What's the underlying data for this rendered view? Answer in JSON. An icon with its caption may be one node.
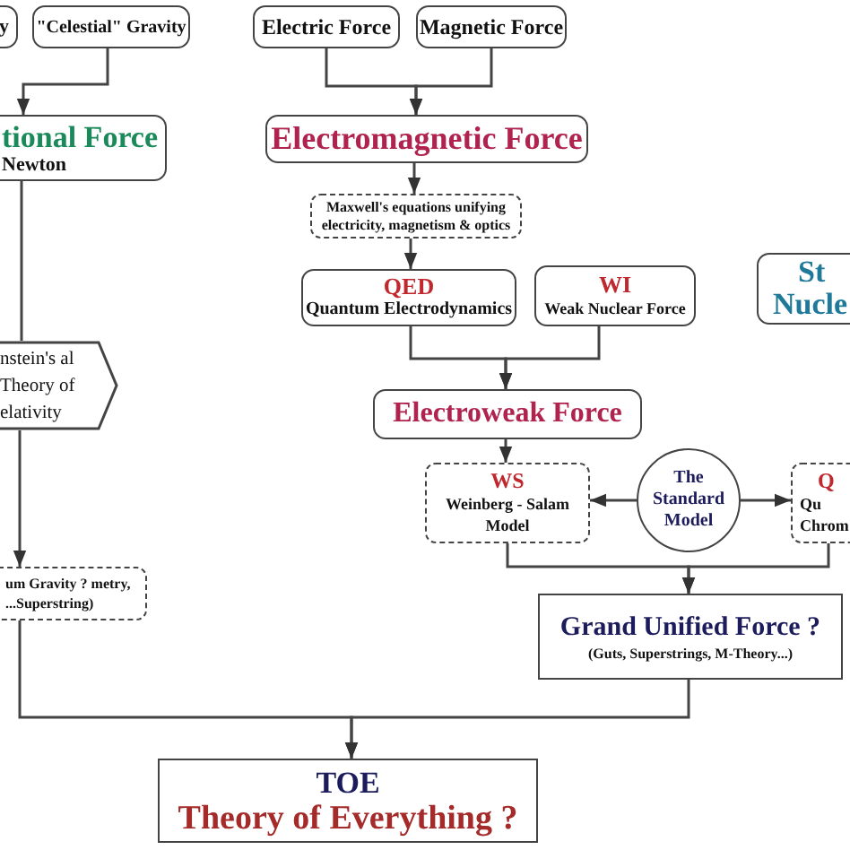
{
  "diagram": {
    "nodes": [
      {
        "text": [
          "y"
        ]
      },
      {
        "text": [
          "\"Celestial\" Gravity"
        ]
      },
      {
        "text": [
          "Electric Force"
        ]
      },
      {
        "text": [
          "Magnetic Force"
        ]
      },
      {
        "text": [
          "tional Force",
          "Newton"
        ]
      },
      {
        "text": [
          "Electromagnetic Force"
        ]
      },
      {
        "text": [
          "Maxwell's equations unifying electricity, magnetism & optics"
        ]
      },
      {
        "text": [
          "QED",
          "Quantum Electrodynamics"
        ]
      },
      {
        "text": [
          "WI",
          "Weak Nuclear Force"
        ]
      },
      {
        "text": [
          "St",
          "Nucle"
        ]
      },
      {
        "text": [
          "nstein's al Theory of elativity"
        ]
      },
      {
        "text": [
          "Electroweak Force"
        ]
      },
      {
        "text": [
          "WS",
          "Weinberg - Salam Model"
        ]
      },
      {
        "text": [
          "The Standard Model"
        ]
      },
      {
        "text": [
          "Q",
          "Qu Chrom"
        ]
      },
      {
        "text": [
          "um Gravity ? metry, ...Superstring)"
        ]
      },
      {
        "text": [
          "Grand Unified Force ?",
          "(Guts, Superstrings, M-Theory...)"
        ]
      },
      {
        "text": [
          "TOE",
          "Theory of Everything ?"
        ]
      }
    ],
    "edges": [
      {
        "from": 1,
        "to": 4,
        "arrow": "to"
      },
      {
        "from": 4,
        "to": 10,
        "arrow": "none"
      },
      {
        "from": 10,
        "to": 15,
        "arrow": "to"
      },
      {
        "from": 2,
        "to": 5,
        "arrow": "to"
      },
      {
        "from": 3,
        "to": 5,
        "arrow": "to"
      },
      {
        "from": 5,
        "to": 6,
        "arrow": "to"
      },
      {
        "from": 6,
        "to": 7,
        "arrow": "to"
      },
      {
        "from": 7,
        "to": 11,
        "arrow": "to"
      },
      {
        "from": 8,
        "to": 11,
        "arrow": "to"
      },
      {
        "from": 11,
        "to": 12,
        "arrow": "to"
      },
      {
        "from": 13,
        "to": 12,
        "arrow": "to"
      },
      {
        "from": 13,
        "to": 14,
        "arrow": "to"
      },
      {
        "from": 12,
        "to": 16,
        "arrow": "to"
      },
      {
        "from": 14,
        "to": 16,
        "arrow": "to"
      },
      {
        "from": 15,
        "to": 17,
        "arrow": "to"
      },
      {
        "from": 16,
        "to": 17,
        "arrow": "to"
      }
    ]
  }
}
